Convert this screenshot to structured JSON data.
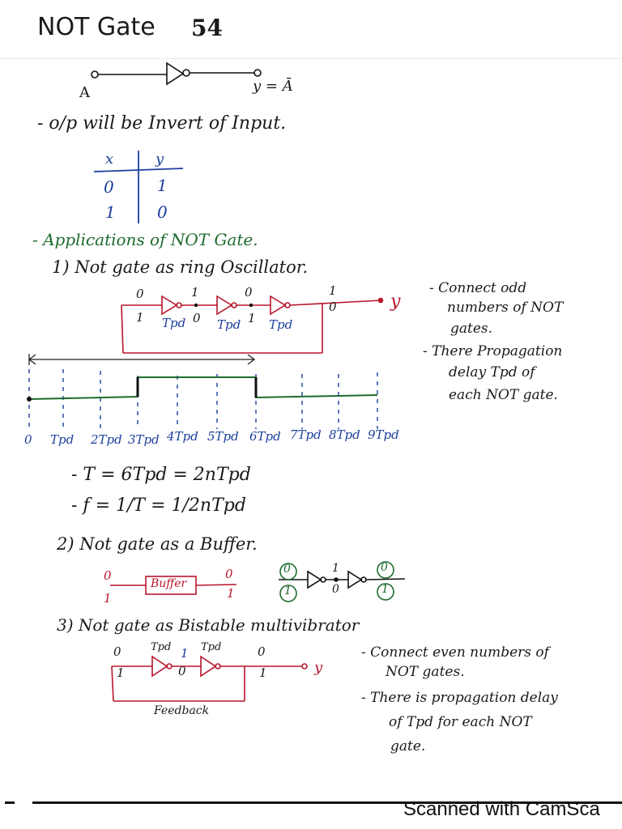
{
  "title": "NOT Gate",
  "page_number": "54",
  "symbol": {
    "input": "A",
    "output": "y = Ā"
  },
  "statement": "- o/p will be Invert of Input.",
  "truth_table": {
    "headers": [
      "x",
      "y"
    ],
    "rows": [
      [
        "0",
        "1"
      ],
      [
        "1",
        "0"
      ]
    ]
  },
  "applications_heading": "- Applications of NOT Gate.",
  "app1": {
    "heading": "1) Not gate as ring Oscillator.",
    "gate_label": "Tpd",
    "output_label": "y",
    "top_values": [
      "0",
      "1",
      "0",
      "1"
    ],
    "bottom_values": [
      "1",
      "0",
      "1",
      "0"
    ],
    "notes": [
      "- Connect odd",
      "numbers of NOT",
      "gates.",
      "- There Propagation",
      "delay Tpd of",
      "each NOT gate."
    ],
    "timing_labels": [
      "0",
      "Tpd",
      "2Tpd",
      "3Tpd",
      "4Tpd",
      "5Tpd",
      "6Tpd",
      "7Tpd",
      "8Tpd",
      "9Tpd"
    ],
    "period_eq": "- T = 6Tpd = 2nTpd",
    "freq_eq": "- f = 1/T = 1/2nTpd"
  },
  "app2": {
    "heading": "2) Not gate as a Buffer.",
    "buffer_label": "Buffer",
    "in_top": "0",
    "in_bottom": "1",
    "out_top": "0",
    "out_bottom": "1",
    "chain_top": [
      "0",
      "1",
      "0"
    ],
    "chain_bottom": [
      "1",
      "0",
      "1"
    ]
  },
  "app3": {
    "heading": "3) Not gate as Bistable multivibrator",
    "gate_label": "Tpd",
    "output_label": "y",
    "top_values": [
      "0",
      "1",
      "0"
    ],
    "bottom_values": [
      "1",
      "0",
      "1"
    ],
    "feedback_label": "Feedback",
    "notes": [
      "- Connect even numbers of",
      "NOT gates.",
      "- There is propagation delay",
      "of Tpd for each NOT",
      "gate."
    ]
  },
  "footer": "Scanned with CamSca"
}
